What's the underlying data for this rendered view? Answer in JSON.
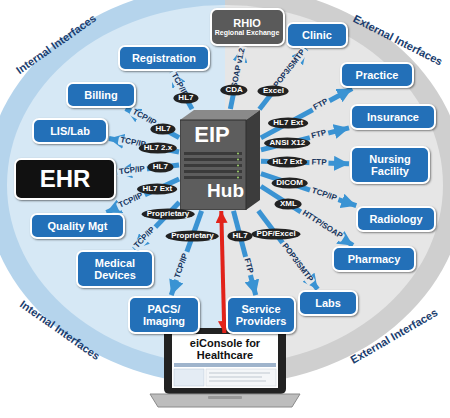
{
  "diagram": {
    "nodes": [
      {
        "text": [
          "EIP",
          "Hub"
        ]
      },
      {
        "text": [
          "Registration"
        ]
      },
      {
        "text": [
          "Billing"
        ]
      },
      {
        "text": [
          "LIS/Lab"
        ]
      },
      {
        "text": [
          "EHR"
        ]
      },
      {
        "text": [
          "Quality Mgt"
        ]
      },
      {
        "text": [
          "Medical Devices"
        ]
      },
      {
        "text": [
          "PACS/ Imaging"
        ]
      },
      {
        "text": [
          "Service Providers"
        ]
      },
      {
        "text": [
          "Labs"
        ]
      },
      {
        "text": [
          "Pharmacy"
        ]
      },
      {
        "text": [
          "Radiology"
        ]
      },
      {
        "text": [
          "Nursing Facility"
        ]
      },
      {
        "text": [
          "Insurance"
        ]
      },
      {
        "text": [
          "Practice"
        ]
      },
      {
        "text": [
          "Clinic"
        ]
      },
      {
        "text": [
          "RHIO",
          "Regional Exchange"
        ]
      },
      {
        "text": [
          "eiConsole for Healthcare"
        ]
      }
    ],
    "edges": [
      {
        "from": 0,
        "to": 1,
        "arrow": "to",
        "label": "TCP/IP"
      },
      {
        "from": 0,
        "to": 2,
        "arrow": "to",
        "label": "TCP/IP"
      },
      {
        "from": 0,
        "to": 3,
        "arrow": "to",
        "label": "TCP/IP"
      },
      {
        "from": 0,
        "to": 4,
        "arrow": "to",
        "label": "TCP/IP"
      },
      {
        "from": 0,
        "to": 5,
        "arrow": "to",
        "label": "TCP/IP"
      },
      {
        "from": 0,
        "to": 6,
        "arrow": "to",
        "label": "TCP/IP"
      },
      {
        "from": 0,
        "to": 7,
        "arrow": "to",
        "label": "TCP/IP"
      },
      {
        "from": 0,
        "to": 8,
        "arrow": "to",
        "label": "FTP"
      },
      {
        "from": 0,
        "to": 9,
        "arrow": "to",
        "label": "POP3/SMTP"
      },
      {
        "from": 0,
        "to": 10,
        "arrow": "to",
        "label": "HTTP/SOAP"
      },
      {
        "from": 0,
        "to": 11,
        "arrow": "to",
        "label": "TCP/IP"
      },
      {
        "from": 0,
        "to": 12,
        "arrow": "to",
        "label": "FTP"
      },
      {
        "from": 0,
        "to": 13,
        "arrow": "to",
        "label": "FTP"
      },
      {
        "from": 0,
        "to": 14,
        "arrow": "to",
        "label": "FTP"
      },
      {
        "from": 0,
        "to": 15,
        "arrow": "to",
        "label": "POP3/SMTP"
      },
      {
        "from": 0,
        "to": 16,
        "arrow": "to",
        "label": "SOAP v1.2"
      },
      {
        "from": 0,
        "to": 17,
        "arrow": "both"
      }
    ],
    "labels": [
      "Internal Interfaces",
      "External Interfaces",
      "Internal Interfaces",
      "External Interfaces",
      "HL7",
      "HL7",
      "HL7 2.x",
      "HL7",
      "HL7 Ext",
      "Proprietary",
      "Proprietary",
      "HL7",
      "PDF/Excel",
      "XML",
      "DICOM",
      "HL7 Ext",
      "ANSI X12",
      "HL7 Ext",
      "Excel",
      "CDA"
    ]
  }
}
